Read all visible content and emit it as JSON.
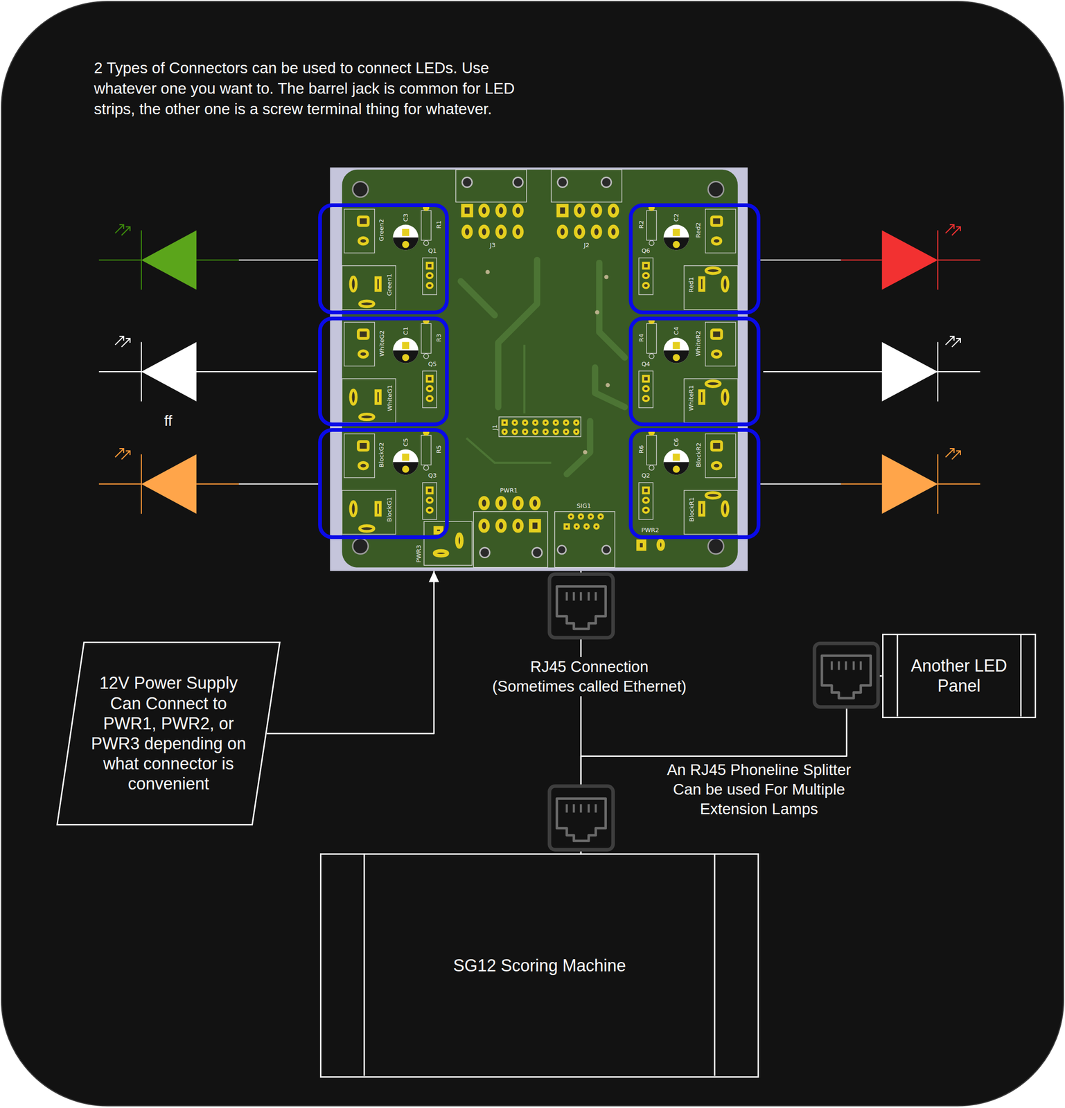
{
  "diagram": {
    "nodes": [
      {
        "text": [
          "J3",
          "J2",
          "J1",
          "PWR1",
          "SIG1",
          "PWR3"
        ]
      },
      {
        "text": [
          "Green2",
          "C3",
          "R1",
          "Q1",
          "Green1"
        ],
        "in": 0
      },
      {
        "text": [
          "R2",
          "C2",
          "Red2",
          "Q6",
          "Red1"
        ],
        "in": 0
      },
      {
        "text": [
          "WhiteG2",
          "C1",
          "R3",
          "Q5",
          "WhiteG1"
        ],
        "in": 0
      },
      {
        "text": [
          "R4",
          "C4",
          "WhiteR2",
          "Q4",
          "WhiteR1"
        ],
        "in": 0
      },
      {
        "text": [
          "BlockG2",
          "C5",
          "R5",
          "Q3",
          "BlockG1"
        ],
        "in": 0
      },
      {
        "text": [
          "R6",
          "C6",
          "BlockR2",
          "Q2",
          "BlockR1",
          "PWR2"
        ],
        "in": 0
      },
      {
        "text": [
          "12V Power Supply Can Connect to PWR1, PWR2, or PWR3 depending on what connector is convenient"
        ]
      },
      {
        "text": [
          "Another LED Panel"
        ]
      },
      {
        "text": [
          "SG12 Scoring Machine"
        ]
      }
    ],
    "edges": [
      {
        "from": 7,
        "to": 0,
        "arrow": "to"
      },
      {
        "from": 9,
        "to": 0,
        "arrow": "none",
        "label": "RJ45 Connection (Sometimes called Ethernet)"
      },
      {
        "from": 9,
        "to": 8,
        "arrow": "none",
        "label": "An RJ45 Phoneline Splitter Can be used For Multiple Extension Lamps"
      }
    ],
    "labels": [
      "2 Types of Connectors can be used to connect LEDs. Use whatever one you want to. The barrel jack is common for LED strips, the other one is a screw terminal thing for whatever.",
      "ff"
    ]
  }
}
